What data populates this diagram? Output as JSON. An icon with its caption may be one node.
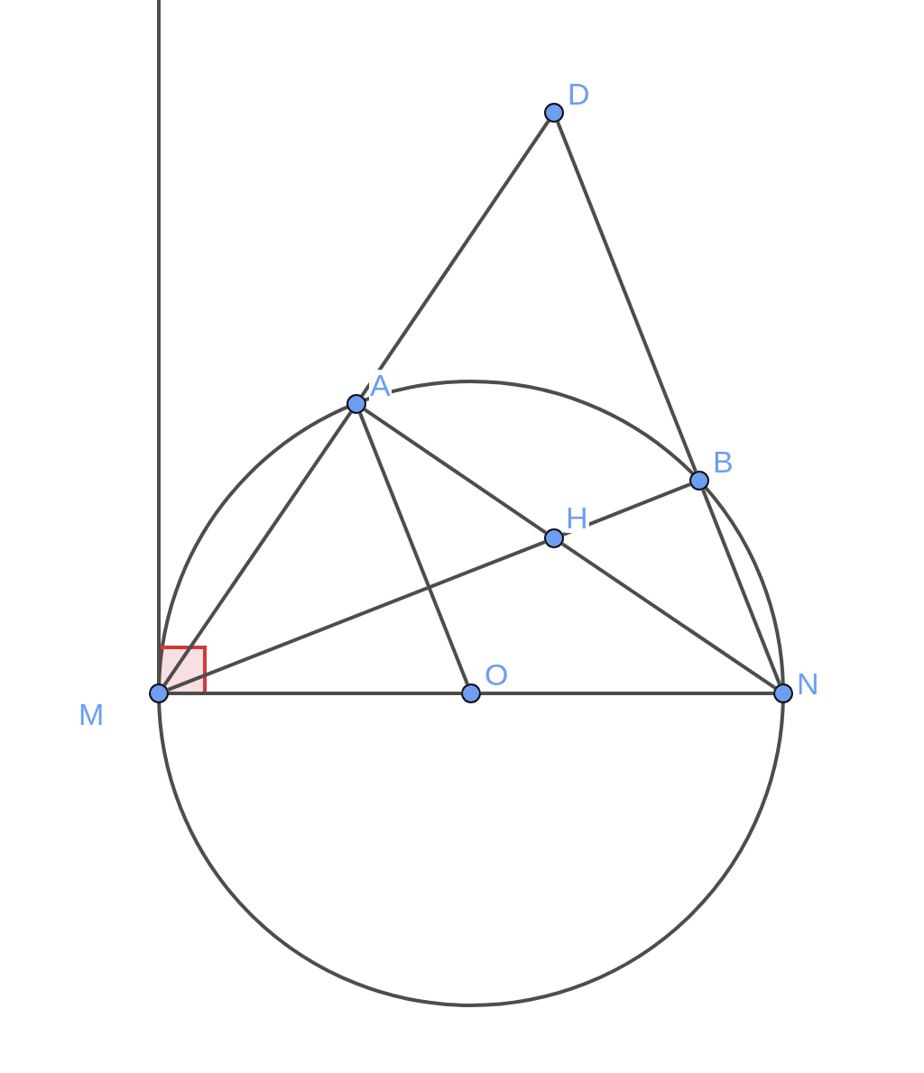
{
  "diagram": {
    "nodes": [
      {
        "text": [
          "D"
        ]
      },
      {
        "text": [
          "A"
        ]
      },
      {
        "text": [
          "B"
        ]
      },
      {
        "text": [
          "H"
        ]
      },
      {
        "text": [
          "O"
        ]
      },
      {
        "text": [
          "M"
        ]
      },
      {
        "text": [
          "N"
        ]
      }
    ],
    "edges": [
      {
        "from": 0,
        "to": 1,
        "arrow": "none"
      },
      {
        "from": 0,
        "to": 2,
        "arrow": "none"
      },
      {
        "from": 2,
        "to": 6,
        "arrow": "none"
      },
      {
        "from": 1,
        "to": 5,
        "arrow": "none"
      },
      {
        "from": 1,
        "to": 4,
        "arrow": "none"
      },
      {
        "from": 1,
        "to": 3,
        "arrow": "none"
      },
      {
        "from": 3,
        "to": 6,
        "arrow": "none"
      },
      {
        "from": 5,
        "to": 3,
        "arrow": "none"
      },
      {
        "from": 3,
        "to": 2,
        "arrow": "none"
      },
      {
        "from": 5,
        "to": 4,
        "arrow": "none"
      },
      {
        "from": 4,
        "to": 6,
        "arrow": "none"
      },
      {
        "from": null,
        "to": 5,
        "arrow": "none"
      }
    ]
  }
}
